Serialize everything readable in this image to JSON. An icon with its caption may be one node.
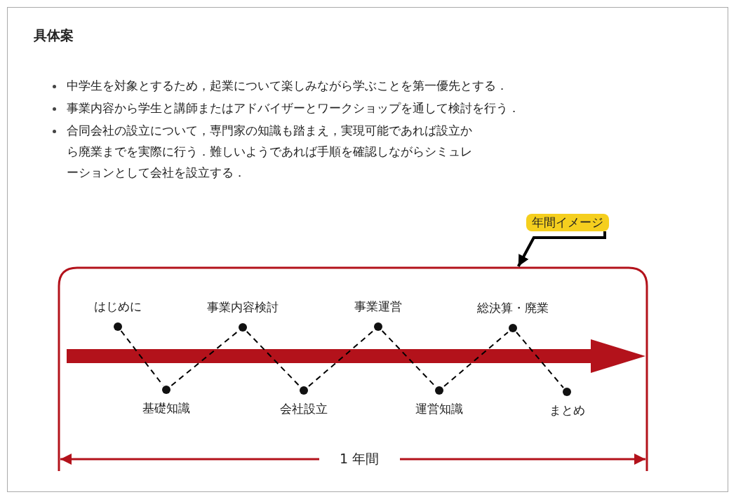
{
  "diagram": {
    "title": "具体案",
    "nodes": [
      {
        "text": [
          "年間イメージ"
        ]
      },
      {
        "text": [],
        "shape": "box"
      },
      {
        "text": [
          "はじめに"
        ],
        "in": 1
      },
      {
        "text": [
          "基礎知識"
        ],
        "in": 1
      },
      {
        "text": [
          "事業内容検討"
        ],
        "in": 1
      },
      {
        "text": [
          "会社設立"
        ],
        "in": 1
      },
      {
        "text": [
          "事業運営"
        ],
        "in": 1
      },
      {
        "text": [
          "運営知識"
        ],
        "in": 1
      },
      {
        "text": [
          "総決算・廃業"
        ],
        "in": 1
      },
      {
        "text": [
          "まとめ"
        ],
        "in": 1
      }
    ],
    "edges": [
      {
        "from": 0,
        "to": 1,
        "arrow": "to",
        "style": "thick"
      },
      {
        "from": 2,
        "to": 3,
        "arrow": "none",
        "style": "dashed"
      },
      {
        "from": 3,
        "to": 4,
        "arrow": "none",
        "style": "dashed"
      },
      {
        "from": 4,
        "to": 5,
        "arrow": "none",
        "style": "dashed"
      },
      {
        "from": 5,
        "to": 6,
        "arrow": "none",
        "style": "dashed"
      },
      {
        "from": 6,
        "to": 7,
        "arrow": "none",
        "style": "dashed"
      },
      {
        "from": 7,
        "to": 8,
        "arrow": "none",
        "style": "dashed"
      },
      {
        "from": 8,
        "to": 9,
        "arrow": "none",
        "style": "dashed"
      }
    ],
    "labels": [
      "中学生を対象とするため，起業について楽しみながら学ぶことを第一優先とする．",
      "事業内容から学生と講師またはアドバイザーとワークショップを通して検討を行う．",
      "合同会社の設立について，専門家の知識も踏まえ，実現可能であれば設立から廃業までを実際に行う．難しいようであれば手順を確認しながらシミュレーションとして会社を設立する．",
      "1 年間"
    ]
  }
}
